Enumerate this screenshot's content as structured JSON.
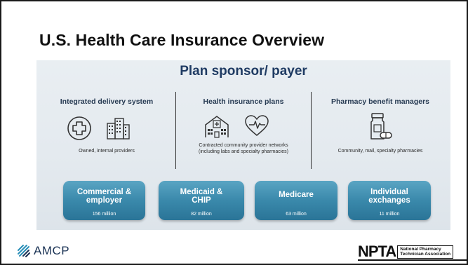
{
  "slide": {
    "title": "U.S. Health Care Insurance Overview"
  },
  "diagram": {
    "header": "Plan sponsor/ payer",
    "columns": [
      {
        "heading": "Integrated delivery system",
        "description_lines": [
          "Owned, internal providers"
        ],
        "icons": [
          "medical-cross-icon",
          "buildings-icon"
        ]
      },
      {
        "heading": "Health insurance plans",
        "description_lines": [
          "Contracted community provider networks",
          "(including labs and specialty pharmacies)"
        ],
        "icons": [
          "hospital-icon",
          "heartbeat-icon"
        ]
      },
      {
        "heading": "Pharmacy benefit managers",
        "description_lines": [
          "Community, mail, specialty pharmacies"
        ],
        "icons": [
          "pill-bottle-icon"
        ]
      }
    ],
    "segments": [
      {
        "label_lines": [
          "Commercial &",
          "employer"
        ],
        "count": "156 million"
      },
      {
        "label_lines": [
          "Medicaid  &",
          "CHIP"
        ],
        "count": "82 million"
      },
      {
        "label_lines": [
          "Medicare"
        ],
        "count": "63 million"
      },
      {
        "label_lines": [
          "Individual",
          "exchanges"
        ],
        "count": "11 million"
      }
    ]
  },
  "footer": {
    "left_logo_text": "AMCP",
    "right_logo_letters": "NPTA",
    "right_logo_lines": [
      "National Pharmacy",
      "Technician Association"
    ]
  },
  "colors": {
    "title": "#111111",
    "header": "#1f3b63",
    "pill_top": "#5aa5c3",
    "pill_bottom": "#2a7497",
    "panel": "#e6ebef"
  }
}
